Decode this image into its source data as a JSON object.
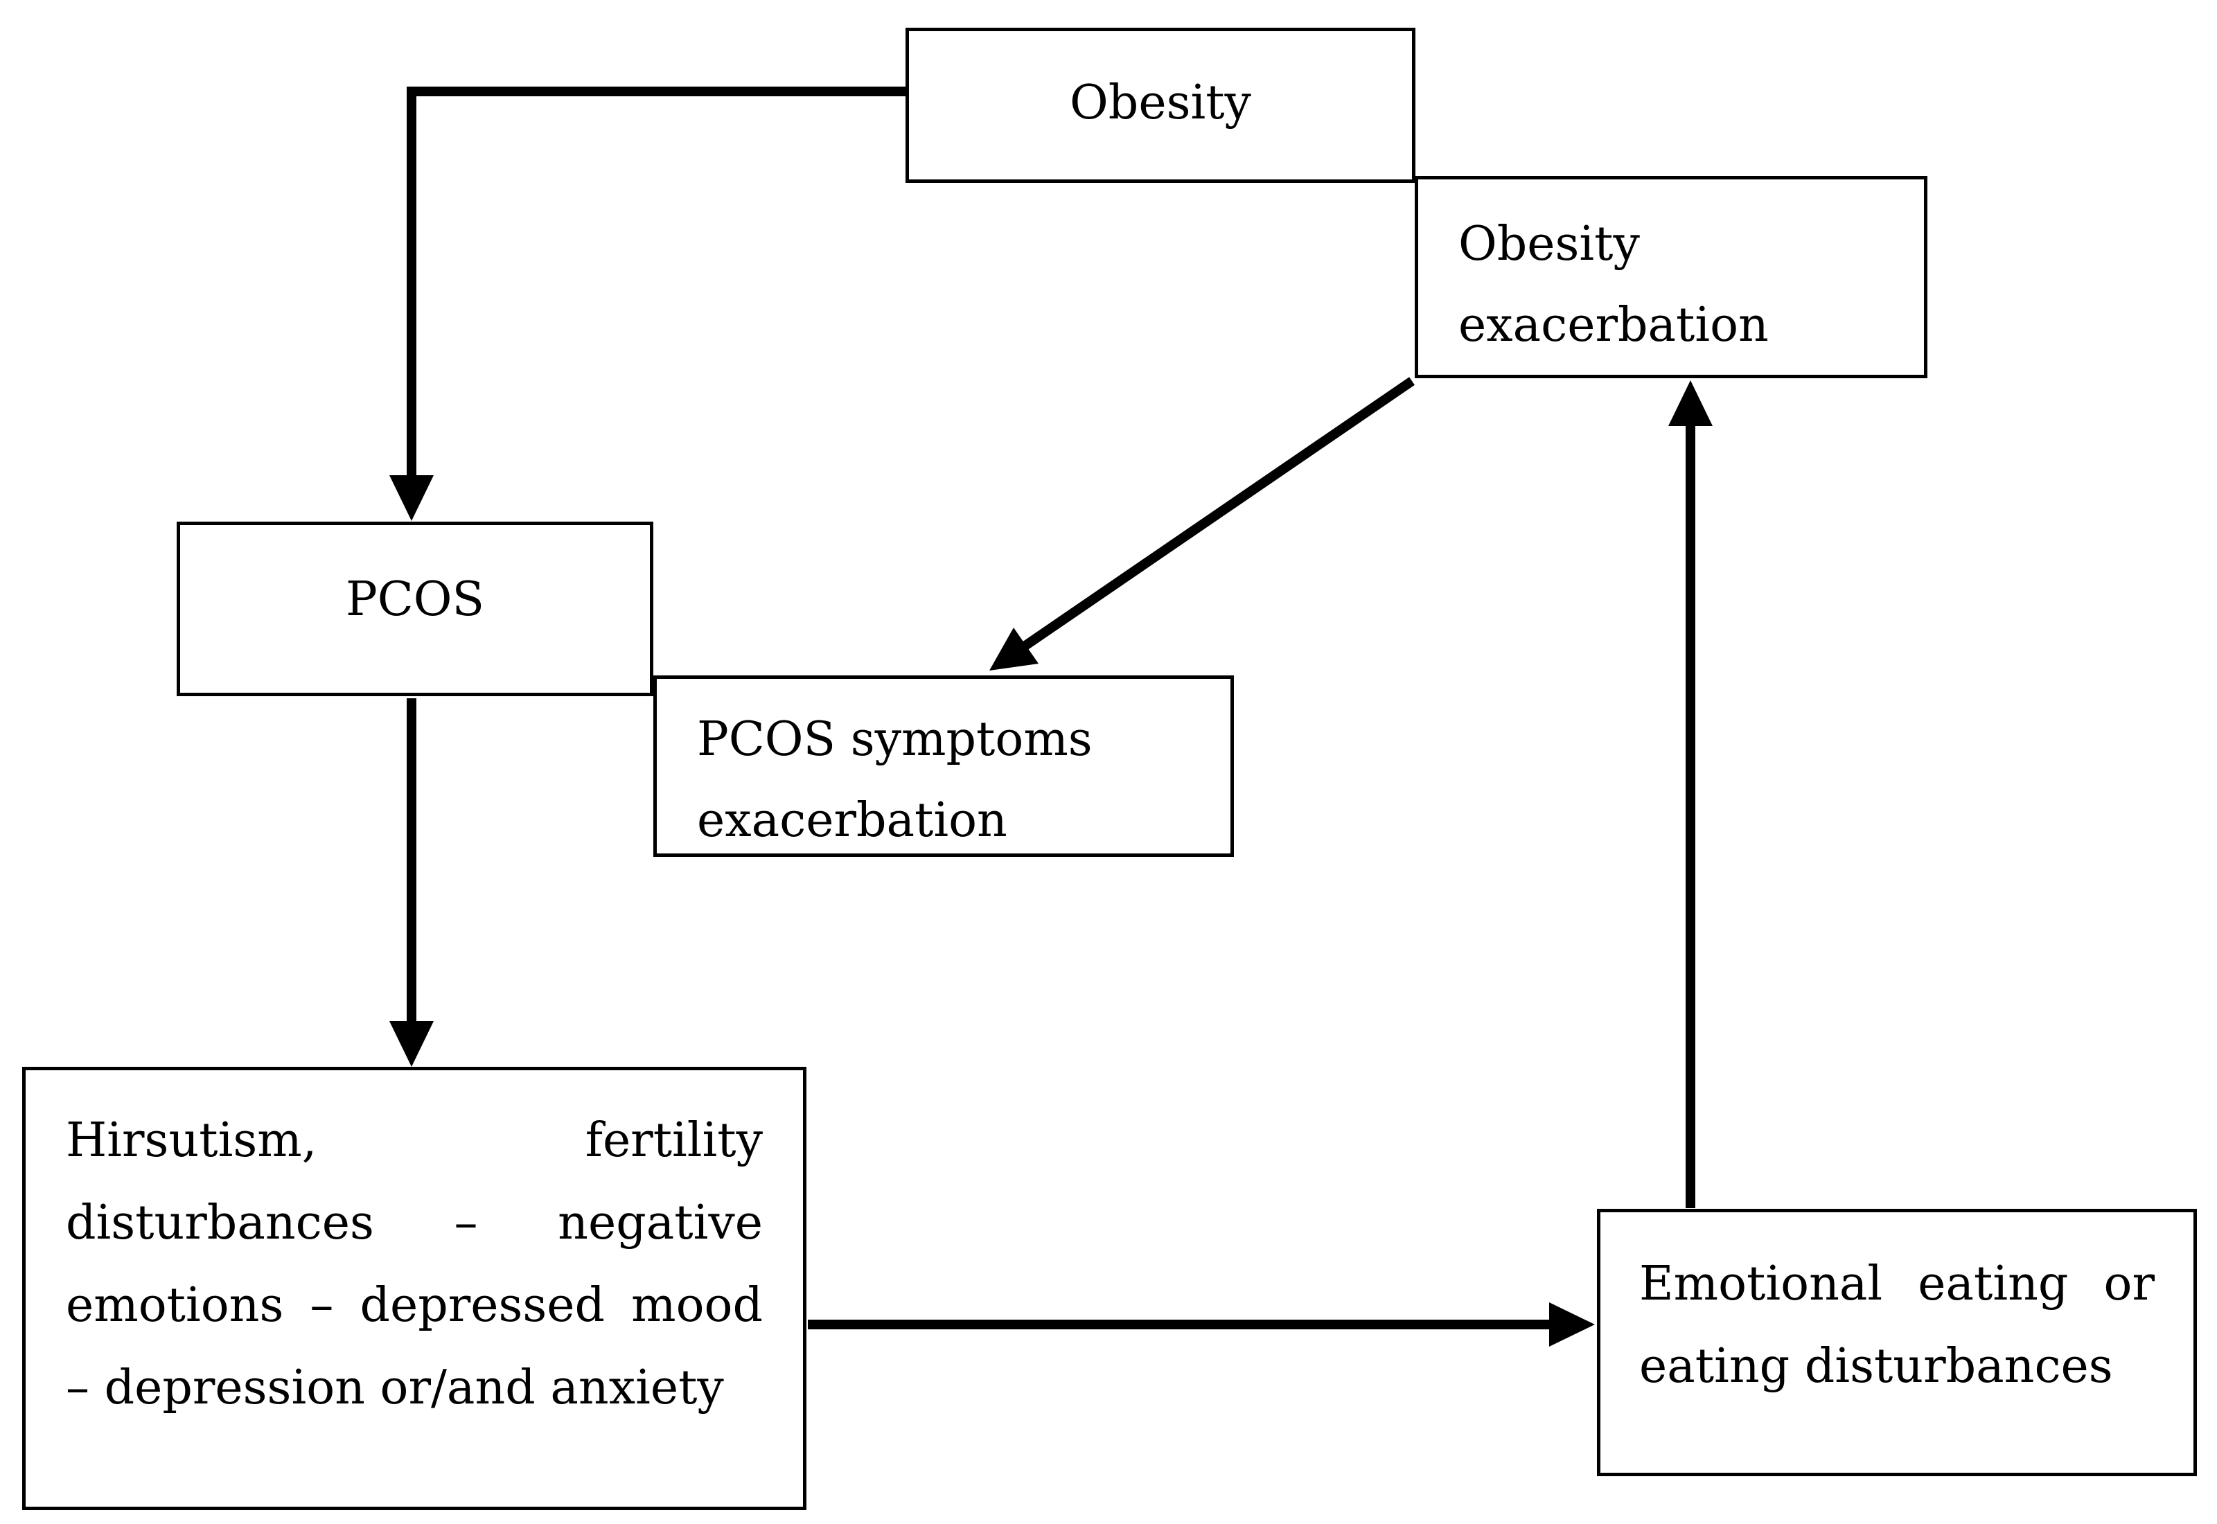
{
  "figure": {
    "background_color": "#ffffff",
    "line_color": "#000000",
    "boxes": {
      "obesity": {
        "label": "Obesity"
      },
      "obesity_exacerbation": {
        "lines": [
          "Obesity",
          "exacerbation"
        ]
      },
      "pcos": {
        "label": "PCOS"
      },
      "pcos_symptoms_exacerbation": {
        "lines": [
          "PCOS symptoms",
          "exacerbation"
        ]
      },
      "hirsutism": {
        "lines": [
          "Hirsutism, fertility",
          "disturbances – negative",
          "emotions – depressed mood",
          "– depression or/and anxiety"
        ],
        "full_text": "Hirsutism, fertility disturbances – negative emotions – depressed mood – depression or/and anxiety"
      },
      "emotional_eating": {
        "lines": [
          "Emotional eating or",
          "eating disturbances"
        ],
        "full_text": "Emotional eating or eating disturbances"
      }
    },
    "relations": [
      {
        "from": "Obesity",
        "to": "PCOS"
      },
      {
        "from": "Obesity exacerbation",
        "to": "PCOS symptoms exacerbation"
      },
      {
        "from": "PCOS",
        "to": "Hirsutism, fertility disturbances – negative emotions – depressed mood – depression or/and anxiety"
      },
      {
        "from": "Hirsutism, fertility disturbances – negative emotions – depressed mood – depression or/and anxiety",
        "to": "Emotional eating or eating disturbances"
      },
      {
        "from": "Emotional eating or eating disturbances",
        "to": "Obesity exacerbation"
      }
    ]
  }
}
